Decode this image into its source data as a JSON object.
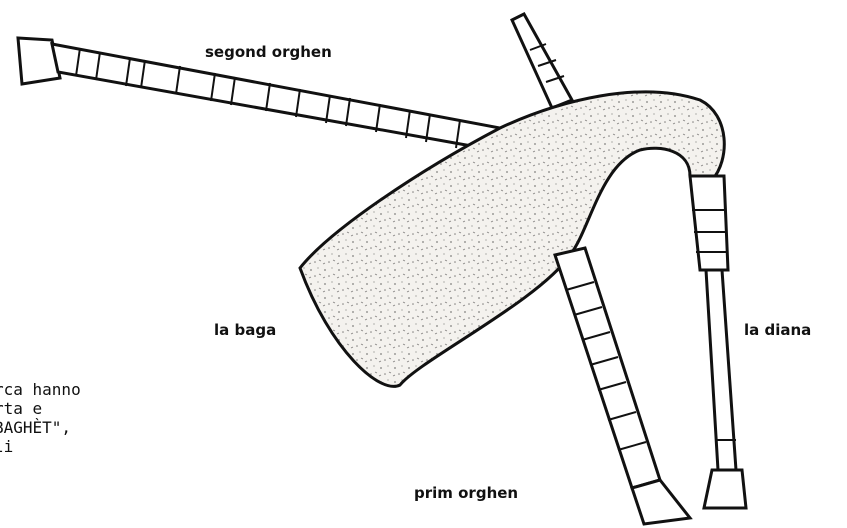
{
  "labels": {
    "segond_orghen": "segond orghen",
    "la_baga": "la baga",
    "la_diana": "la diana",
    "prim_orghen": "prim orghen"
  },
  "text_lines": [
    "rca hanno",
    "rta e",
    "BAGHÈT\",",
    "li"
  ],
  "colors": {
    "ink": "#111111",
    "bag_fill": "#f4f2ee"
  }
}
